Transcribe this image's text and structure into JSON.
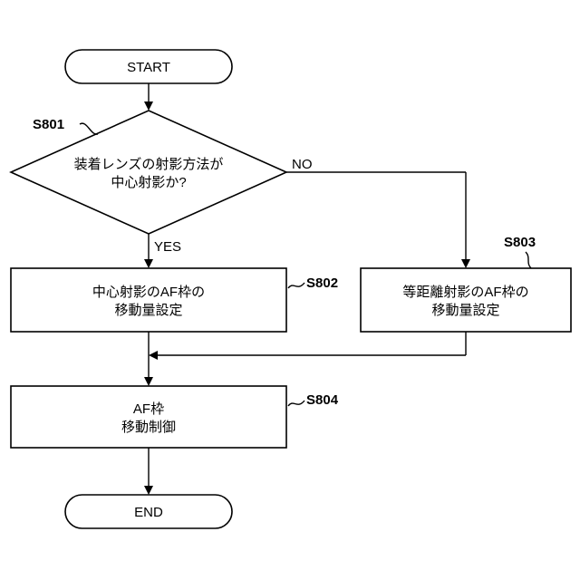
{
  "start": {
    "label": "START"
  },
  "decision": {
    "step_id": "S801",
    "line1": "装着レンズの射影方法が",
    "line2": "中心射影か?",
    "yes_label": "YES",
    "no_label": "NO"
  },
  "process_s802": {
    "step_id": "S802",
    "line1": "中心射影のAF枠の",
    "line2": "移動量設定"
  },
  "process_s803": {
    "step_id": "S803",
    "line1": "等距離射影のAF枠の",
    "line2": "移動量設定"
  },
  "process_s804": {
    "step_id": "S804",
    "line1": "AF枠",
    "line2": "移動制御"
  },
  "end": {
    "label": "END"
  }
}
